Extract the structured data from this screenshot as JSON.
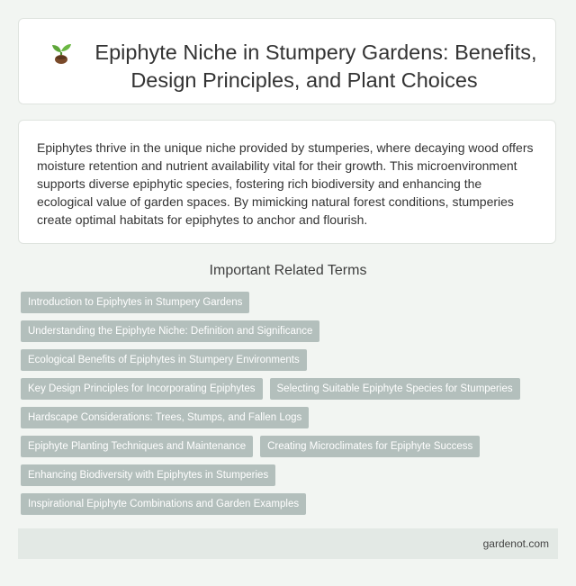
{
  "header": {
    "title": "Epiphyte Niche in Stumpery Gardens: Benefits, Design Principles, and Plant Choices",
    "icon": "seedling-icon"
  },
  "summary": {
    "text": "Epiphytes thrive in the unique niche provided by stumperies, where decaying wood offers moisture retention and nutrient availability vital for their growth. This microenvironment supports diverse epiphytic species, fostering rich biodiversity and enhancing the ecological value of garden spaces. By mimicking natural forest conditions, stumperies create optimal habitats for epiphytes to anchor and flourish."
  },
  "related": {
    "heading": "Important Related Terms",
    "rows": [
      [
        "Introduction to Epiphytes in Stumpery Gardens"
      ],
      [
        "Understanding the Epiphyte Niche: Definition and Significance"
      ],
      [
        "Ecological Benefits of Epiphytes in Stumpery Environments"
      ],
      [
        "Key Design Principles for Incorporating Epiphytes",
        "Selecting Suitable Epiphyte Species for Stumperies"
      ],
      [
        "Hardscape Considerations: Trees, Stumps, and Fallen Logs"
      ],
      [
        "Epiphyte Planting Techniques and Maintenance",
        "Creating Microclimates for Epiphyte Success"
      ],
      [
        "Enhancing Biodiversity with Epiphytes in Stumperies"
      ],
      [
        "Inspirational Epiphyte Combinations and Garden Examples"
      ]
    ]
  },
  "footer": {
    "site": "gardenot.com"
  },
  "colors": {
    "page_bg": "#f2f5f2",
    "tag_bg": "#b3bfbc",
    "footer_bg": "#e3e9e5"
  }
}
